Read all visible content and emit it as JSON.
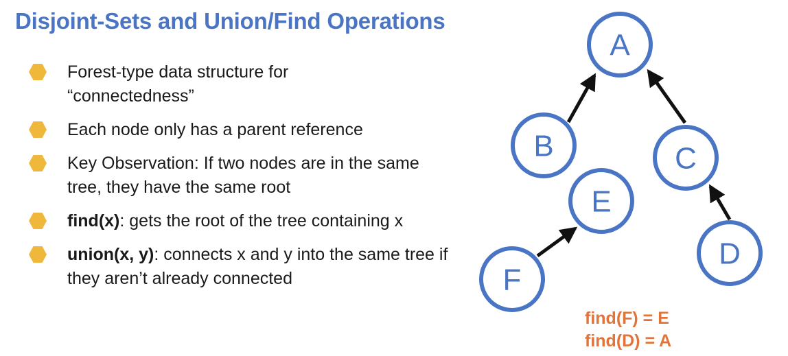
{
  "slide": {
    "title": "Disjoint-Sets and Union/Find Operations"
  },
  "bullets": [
    {
      "bold": "",
      "text": "Forest-type data structure for\n“connectedness”"
    },
    {
      "bold": "",
      "text": "Each node only has a parent reference"
    },
    {
      "bold": "",
      "text": "Key Observation: If two nodes are in the same tree, they have the same root"
    },
    {
      "bold": "find(x)",
      "text": ": gets the root of the tree containing x"
    },
    {
      "bold": "union(x, y)",
      "text": ": connects x and y into the same tree if they aren’t already connected"
    }
  ],
  "diagram": {
    "nodes": [
      "A",
      "B",
      "C",
      "D",
      "E",
      "F"
    ],
    "edges": [
      {
        "from": "B",
        "to": "A"
      },
      {
        "from": "C",
        "to": "A"
      },
      {
        "from": "D",
        "to": "C"
      },
      {
        "from": "F",
        "to": "E"
      }
    ]
  },
  "results": [
    "find(F) = E",
    "find(D) = A"
  ],
  "colors": {
    "title": "#4a75c4",
    "node": "#4a75c4",
    "bullet": "#f0b83a",
    "result": "#e0743a",
    "edge": "#111111"
  }
}
